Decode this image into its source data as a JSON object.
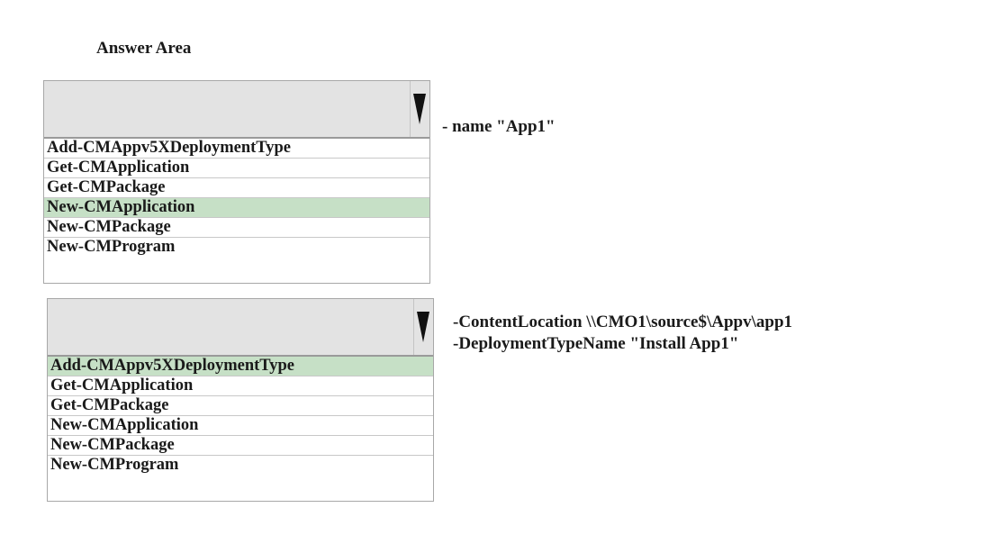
{
  "answer_area": {
    "title": "Answer Area"
  },
  "dropdown1": {
    "arrow_icon": "triangle-down-icon",
    "options": [
      "Add-CMAppv5XDeploymentType",
      "Get-CMApplication",
      "Get-CMPackage",
      "New-CMApplication",
      "New-CMPackage",
      "New-CMProgram"
    ],
    "selected_index": 3,
    "parameter_lines": [
      "- name \"App1\""
    ]
  },
  "dropdown2": {
    "arrow_icon": "triangle-down-icon",
    "options": [
      "Add-CMAppv5XDeploymentType",
      "Get-CMApplication",
      "Get-CMPackage",
      "New-CMApplication",
      "New-CMPackage",
      "New-CMProgram"
    ],
    "selected_index": 0,
    "parameter_lines": [
      "-ContentLocation \\\\CMO1\\source$\\Appv\\app1",
      "-DeploymentTypeName \"Install App1\""
    ]
  },
  "colors": {
    "selected_highlight": "#c6e0c6",
    "header_fill": "#e3e3e3",
    "border": "#a8a8a8"
  }
}
